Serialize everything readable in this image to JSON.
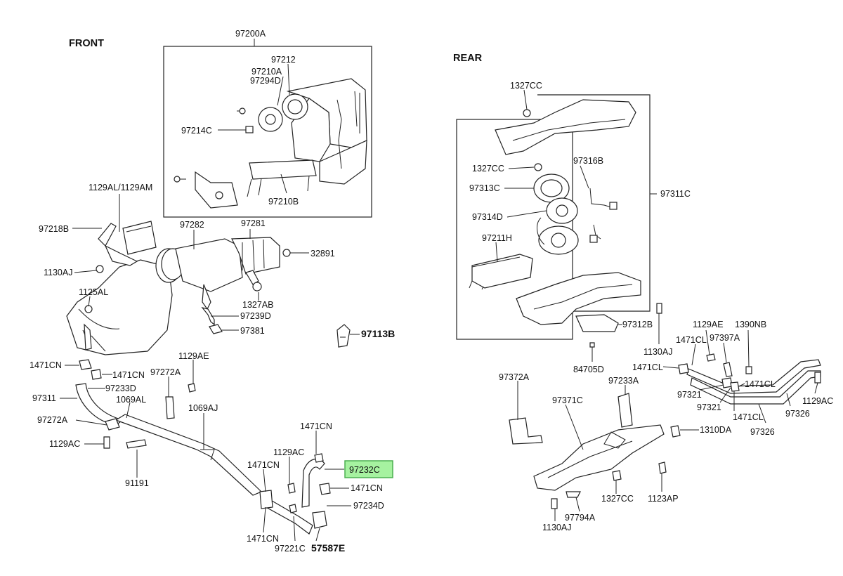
{
  "headings": {
    "front": "FRONT",
    "rear": "REAR"
  },
  "highlight_color": "#a6f2a0",
  "front": {
    "heater_assembly": "97200A",
    "heater_parts": [
      "97212",
      "97210A",
      "97294D",
      "97214C",
      "97210B"
    ],
    "left_parts": [
      "1129AL/1129AM",
      "97218B",
      "1130AJ",
      "1125AL",
      "97282",
      "97281",
      "32891",
      "1327AB",
      "97239D",
      "97381",
      "97113B"
    ],
    "lower_parts": [
      "1471CN",
      "1471CN",
      "97233D",
      "97311",
      "1069AL",
      "97272A",
      "1129AC",
      "91191",
      "97272A",
      "1129AE",
      "1069AJ"
    ],
    "hose_parts": [
      "1471CN",
      "97232C",
      "1129AC",
      "1471CN",
      "1471CN",
      "97234D",
      "1471CN",
      "97221C",
      "57587E"
    ]
  },
  "rear": {
    "assembly": "97311C",
    "unit_parts": [
      "1327CC",
      "1327CC",
      "97316B",
      "97313C",
      "97314D",
      "97211H",
      "97312B"
    ],
    "fastener_parts": [
      "1130AJ",
      "84705D"
    ],
    "pipe_parts": [
      "1129AE",
      "1390NB",
      "1471CL",
      "97397A",
      "1471CL",
      "97321",
      "1471CL",
      "97321",
      "1471CL",
      "97326",
      "97326",
      "1129AC",
      "1310DA"
    ],
    "bracket_parts": [
      "97372A",
      "97233A",
      "97371C",
      "1327CC",
      "1123AP",
      "97794A",
      "1130AJ"
    ]
  }
}
